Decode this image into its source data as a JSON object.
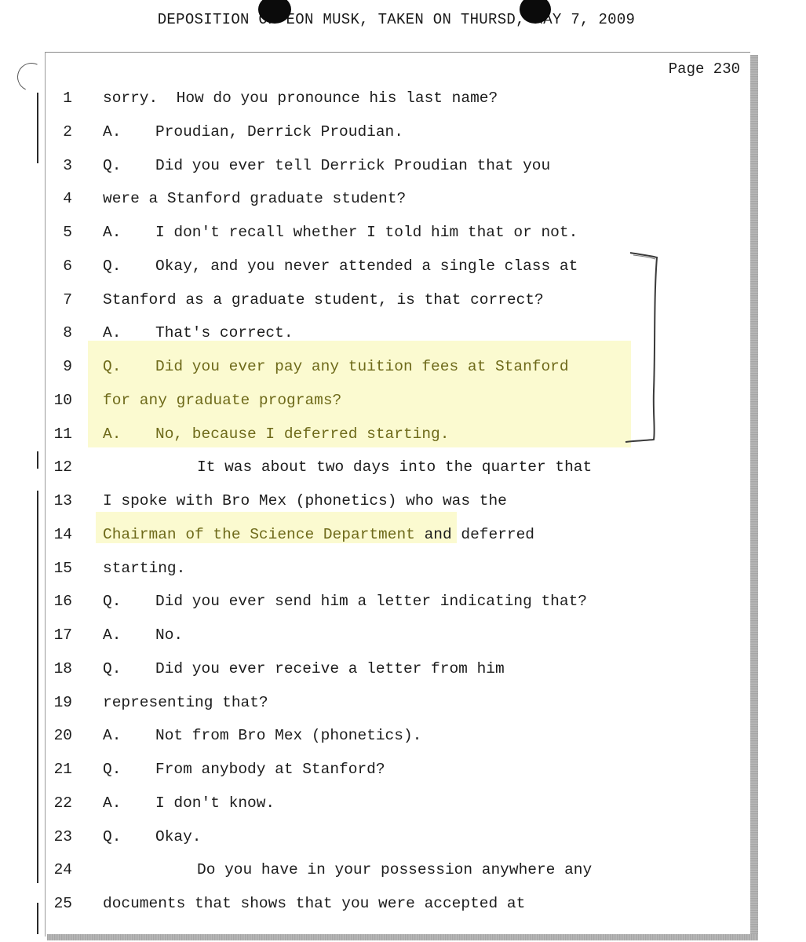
{
  "header": {
    "left": "DEPOSITION OF E",
    "middle": "ON MUSK, TAKEN ON THURSD",
    "right": ", MAY 7, 2009"
  },
  "page_label": "Page 230",
  "lines": [
    {
      "n": "1",
      "speaker": "",
      "text": "sorry.  How do you pronounce his last name?",
      "style": "full"
    },
    {
      "n": "2",
      "speaker": "A.",
      "text": "Proudian, Derrick Proudian.",
      "style": "qa"
    },
    {
      "n": "3",
      "speaker": "Q.",
      "text": "Did you ever tell Derrick Proudian that you",
      "style": "qa"
    },
    {
      "n": "4",
      "speaker": "",
      "text": "were a Stanford graduate student?",
      "style": "full"
    },
    {
      "n": "5",
      "speaker": "A.",
      "text": "I don't recall whether I told him that or not.",
      "style": "qa"
    },
    {
      "n": "6",
      "speaker": "Q.",
      "text": "Okay, and you never attended a single class at",
      "style": "qa"
    },
    {
      "n": "7",
      "speaker": "",
      "text": "Stanford as a graduate student, is that correct?",
      "style": "full"
    },
    {
      "n": "8",
      "speaker": "A.",
      "text": "That's correct.",
      "style": "qa"
    },
    {
      "n": "9",
      "speaker": "Q.",
      "text": "Did you ever pay any tuition fees at Stanford",
      "style": "qa"
    },
    {
      "n": "10",
      "speaker": "",
      "text": "for any graduate programs?",
      "style": "full"
    },
    {
      "n": "11",
      "speaker": "A.",
      "text": "No, because I deferred starting.",
      "style": "qa"
    },
    {
      "n": "12",
      "speaker": "",
      "text": "It was about two days into the quarter that",
      "style": "indent"
    },
    {
      "n": "13",
      "speaker": "",
      "text": "I spoke with Bro Mex (phonetics) who was the",
      "style": "full"
    },
    {
      "n": "14",
      "speaker": "",
      "text": "Chairman of the Science Department",
      "text2": " and deferred",
      "style": "full"
    },
    {
      "n": "15",
      "speaker": "",
      "text": "starting.",
      "style": "full"
    },
    {
      "n": "16",
      "speaker": "Q.",
      "text": "Did you ever send him a letter indicating that?",
      "style": "qa"
    },
    {
      "n": "17",
      "speaker": "A.",
      "text": "No.",
      "style": "qa"
    },
    {
      "n": "18",
      "speaker": "Q.",
      "text": "Did you ever receive a letter from him",
      "style": "qa"
    },
    {
      "n": "19",
      "speaker": "",
      "text": "representing that?",
      "style": "full"
    },
    {
      "n": "20",
      "speaker": "A.",
      "text": "Not from Bro Mex (phonetics).",
      "style": "qa"
    },
    {
      "n": "21",
      "speaker": "Q.",
      "text": "From anybody at Stanford?",
      "style": "qa"
    },
    {
      "n": "22",
      "speaker": "A.",
      "text": "I don't know.",
      "style": "qa"
    },
    {
      "n": "23",
      "speaker": "Q.",
      "text": "Okay.",
      "style": "qa"
    },
    {
      "n": "24",
      "speaker": "",
      "text": "Do you have in your possession anywhere any",
      "style": "indent"
    },
    {
      "n": "25",
      "speaker": "",
      "text": "documents that shows that you were accepted at",
      "style": "full"
    }
  ],
  "highlighted_lines": [
    "9",
    "10",
    "11"
  ],
  "colors": {
    "highlight": "#fbfad0",
    "highlight_text": "#6e6a1a",
    "text": "#1c1c1c"
  }
}
